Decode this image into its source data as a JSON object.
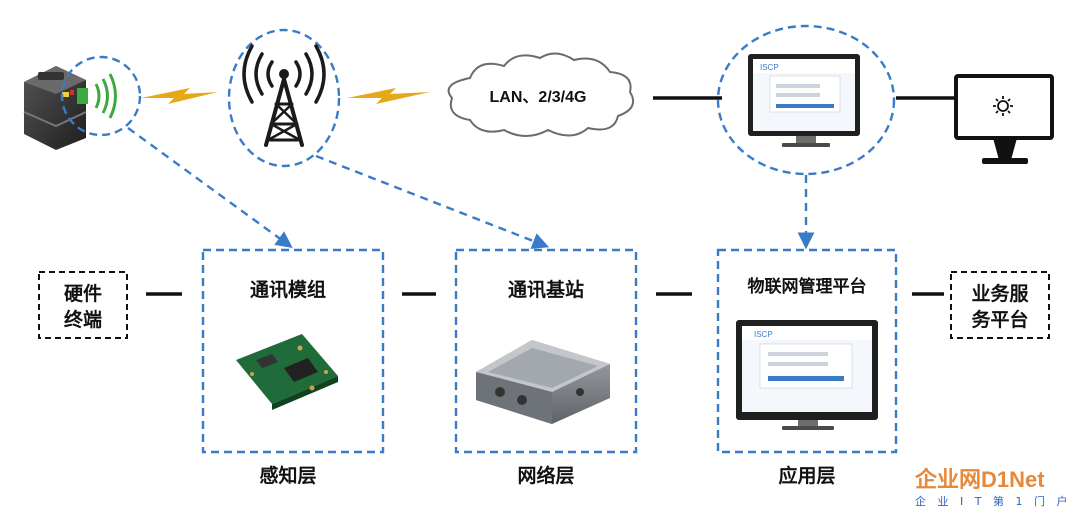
{
  "cloud": {
    "label": "LAN、2/3/4G"
  },
  "platform_screen": {
    "title": "ISCP"
  },
  "layers": {
    "hardware_terminal": [
      "硬件",
      "终端"
    ],
    "comm_module": "通讯模组",
    "base_station": "通讯基站",
    "iot_platform": "物联网管理平台",
    "business_platform": [
      "业务服",
      "务平台"
    ],
    "perception": "感知层",
    "network": "网络层",
    "application": "应用层"
  },
  "watermark": {
    "logo": "企业网D1Net",
    "subtitle": "企 业 I T 第 1 门 户"
  },
  "colors": {
    "dash_blue": "#3a7bc8",
    "lightning": "#e6a817",
    "line": "#111111"
  },
  "icons": [
    "device-sensor-icon",
    "signal-wave-icon",
    "lightning-icon",
    "radio-tower-icon",
    "cloud-icon",
    "monitor-icon",
    "brightness-icon",
    "circuit-board-icon",
    "router-box-icon"
  ]
}
